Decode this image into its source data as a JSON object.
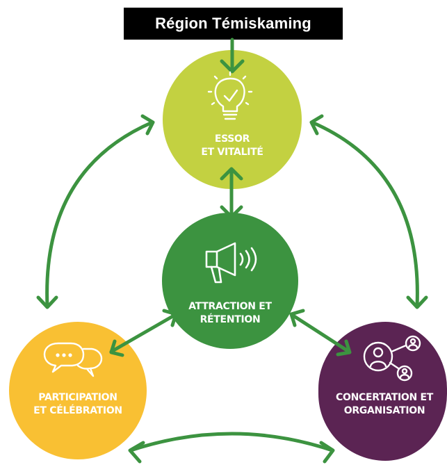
{
  "banner": {
    "title": "Région Témiskaming"
  },
  "nodes": {
    "essor": {
      "line1": "ESSOR",
      "line2": "ET VITALITÉ",
      "icon": "lightbulb-check-icon",
      "color": "#c3d141"
    },
    "attraction": {
      "line1": "ATTRACTION ET",
      "line2": "RÉTENTION",
      "icon": "megaphone-icon",
      "color": "#3c9340"
    },
    "participation": {
      "line1": "PARTICIPATION",
      "line2": "ET CÉLÉBRATION",
      "icon": "speech-bubbles-icon",
      "color": "#f9c033"
    },
    "concertation": {
      "line1": "CONCERTATION ET",
      "line2": "ORGANISATION",
      "icon": "network-people-icon",
      "color": "#5b2453"
    }
  },
  "colors": {
    "arrow": "#3c9340",
    "banner_bg": "#000000",
    "banner_text": "#ffffff"
  }
}
